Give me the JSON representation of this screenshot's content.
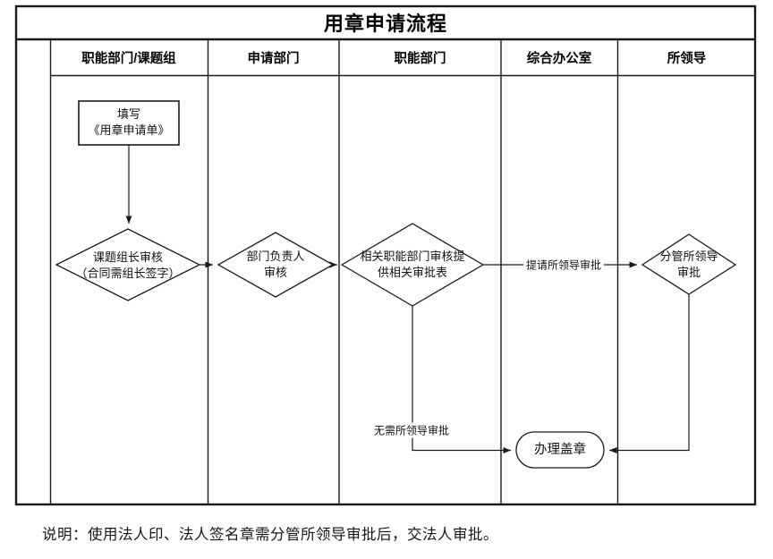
{
  "title": "用章申请流程",
  "lanes": [
    "职能部门/课题组",
    "申请部门",
    "职能部门",
    "综合办公室",
    "所领导"
  ],
  "nodes": {
    "fill_form": "填写\n《用章申请单》",
    "group_leader_review": "课题组长审核\n（合同需组长签字）",
    "dept_head_review": "部门负责人\n审核",
    "functional_dept_review": "相关职能部门审核提\n供相关审批表",
    "institute_leader_review": "分管所领导\n审批",
    "stamp": "办理盖章"
  },
  "edge_labels": {
    "submit_leader": "提请所领导审批",
    "no_leader": "无需所领导审批"
  },
  "note": "说明：使用法人印、法人签名章需分管所领导审批后，交法人审批。",
  "colors": {
    "line": "#1a1a1a",
    "background": "#ffffff",
    "text": "#000000"
  }
}
